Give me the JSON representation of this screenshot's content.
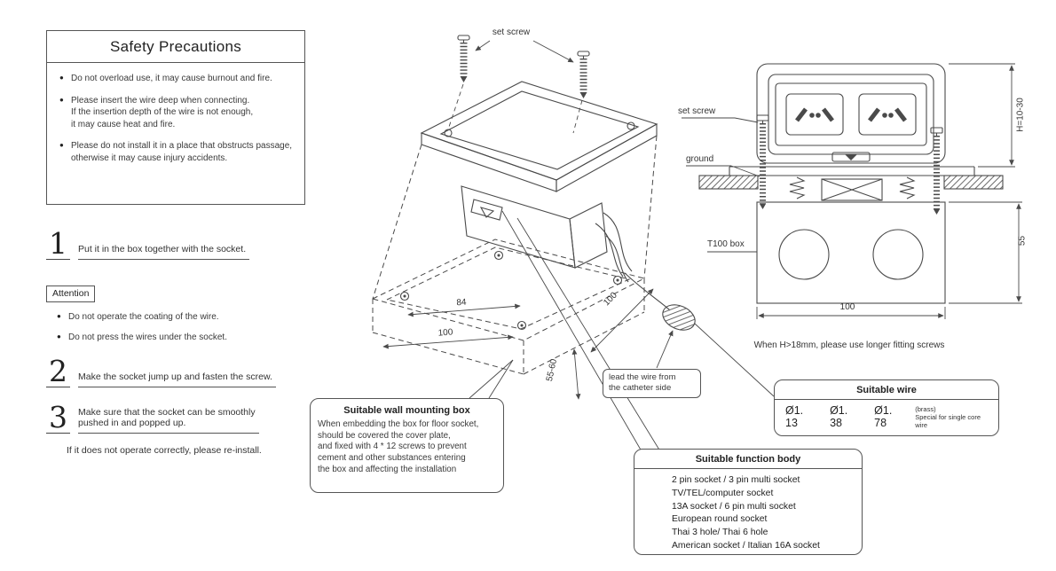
{
  "safety": {
    "title": "Safety Precautions",
    "items": [
      "Do not overload use,  it may cause burnout and fire.",
      "Please insert the wire deep when connecting.\nIf the insertion depth of the wire is not enough,\nit may cause heat and fire.",
      "Please do not install it in a place that obstructs passage,\notherwise it may cause injury accidents."
    ]
  },
  "steps": {
    "one": {
      "num": "1",
      "text": "Put it in the box together with the socket."
    },
    "attention_label": "Attention",
    "attention_items": [
      "Do not operate the coating of the wire.",
      "Do not press the wires under the socket."
    ],
    "two": {
      "num": "2",
      "text": "Make the socket jump up and fasten the screw."
    },
    "three": {
      "num": "3",
      "text": "Make sure that the socket can be smoothly\npushed in and popped up."
    },
    "note": "If it does not operate correctly, please re-install."
  },
  "iso_diagram": {
    "set_screw": "set screw",
    "dim_width_inner": "84",
    "dim_width_outer": "100",
    "dim_depth_side": "100",
    "dim_height": "55-60",
    "mounting_box_title": "Suitable wall mounting box",
    "mounting_box_text": "When embedding the box for floor socket,\nshould be covered the cover plate,\nand fixed with 4 * 12 screws  to prevent\ncement and other substances entering\nthe box and affecting the installation",
    "catheter_note": "lead the wire from\nthe catheter side"
  },
  "section_diagram": {
    "set_screw": "set screw",
    "ground": "ground",
    "t100_box": "T100 box",
    "dim_h": "H=10-30",
    "dim_55": "55",
    "dim_100": "100",
    "note": "When H>18mm, please use longer fitting screws"
  },
  "suitable_wire": {
    "title": "Suitable wire",
    "sizes": [
      "Ø1. 13",
      "Ø1. 38",
      "Ø1. 78"
    ],
    "note": "(brass)\nSpecial for single core wire"
  },
  "function_body": {
    "title": "Suitable function body",
    "items": [
      "2 pin socket  /  3 pin multi socket",
      "TV/TEL/computer socket",
      "13A socket / 6 pin multi socket",
      "European round socket",
      "Thai 3 hole/  Thai 6 hole",
      "American socket / Italian 16A socket"
    ]
  }
}
